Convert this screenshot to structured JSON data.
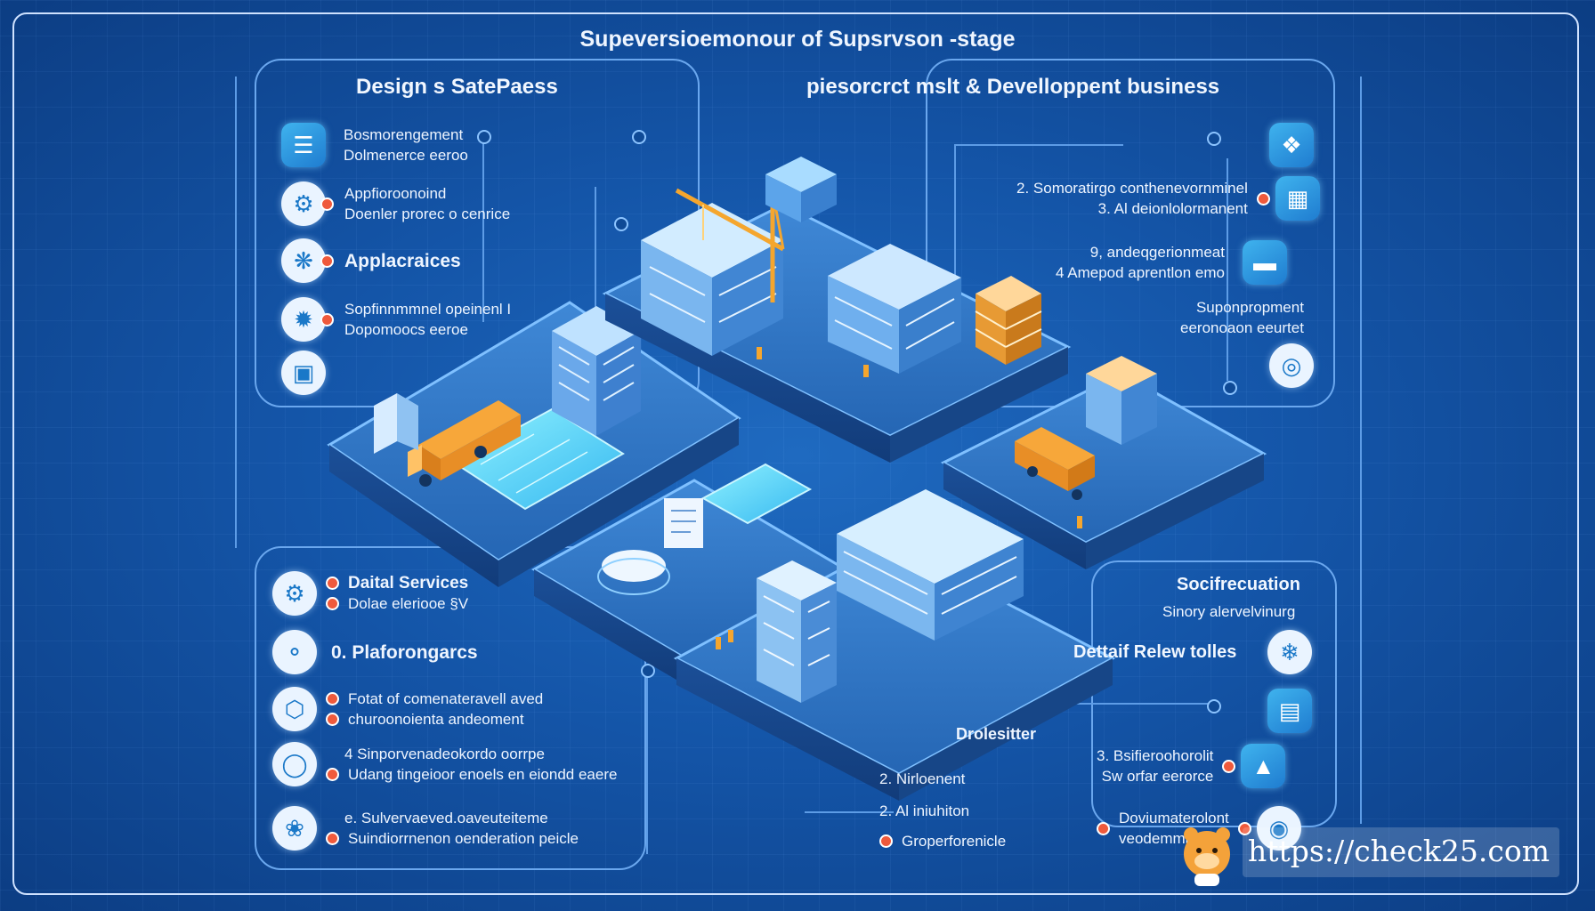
{
  "title": "Supeversioemonour of Supsrvson -stage",
  "left_panel": {
    "title": "Design s SatePaess",
    "items": [
      {
        "icon": "bars-icon",
        "line1": "Bosmorengement",
        "line2": "Dolmenerce eeroo"
      },
      {
        "icon": "gear-icon",
        "line1": "Appfioroonoind",
        "line2": "Doenler prorec o cenrice"
      },
      {
        "icon": "molecule-icon",
        "line1": "Applacraices",
        "line2": ""
      },
      {
        "icon": "spiral-icon",
        "line1": "Sopfinnmmnel opeinenl I",
        "line2": "Dopomoocs eeroe"
      },
      {
        "icon": "screen-icon",
        "line1": "",
        "line2": ""
      }
    ]
  },
  "right_panel": {
    "title": "piesorcrct mslt &  Develloppent business",
    "items": [
      {
        "icon": "hub-icon",
        "line1": "",
        "line2": ""
      },
      {
        "icon": "cube-icon",
        "line1": "2. Somoratirgo conthenevornminel",
        "line2": "3. Al deionlolormanent"
      },
      {
        "icon": "slider-icon",
        "line1": "9, andeqgerionmeat",
        "line2": "4 Amepod aprentlon emo"
      },
      {
        "icon": "target-icon",
        "line1": "Suponpropment",
        "line2": "eeronoaon eeurtet"
      }
    ]
  },
  "bottom_left_panel": {
    "items": [
      {
        "icon": "gear-icon",
        "line1": "Daital Services",
        "line2": "Dolae eleriooe §V"
      },
      {
        "icon": "shield-icon",
        "line1": "0. Plaforongarcs",
        "line2": ""
      },
      {
        "icon": "hexagon-icon",
        "line1": "Fotat of comenateravell aved",
        "line2": "churoonoienta andeoment"
      },
      {
        "icon": "ring-icon",
        "line1": "4  Sinporvenadeokordo oorrpe",
        "line2": "Udang tingeioor enoels en eiondd eaere"
      },
      {
        "icon": "brain-icon",
        "line1": "e. Sulvervaeved.oaveuteiteme",
        "line2": "Suindiorrnenon oenderation peicle"
      }
    ]
  },
  "bottom_right_panel": {
    "title": "Socifrecuation",
    "subtitle": "Sinory alervelvinurg",
    "heading": "Dettaif Relew tolles",
    "items": [
      {
        "icon": "snowflake-icon"
      },
      {
        "icon": "chat-icon"
      },
      {
        "icon": "mountain-icon",
        "line1": "3. Bsifieroohorolit",
        "line2": "Sw orfar eerorce"
      },
      {
        "icon": "globe-icon",
        "line1": "Doviumaterolont",
        "line2": "veodemmitts"
      }
    ]
  },
  "bottom_center": {
    "title": "Drolesitter",
    "lines": [
      "2. Nirloenent",
      "2.  Al iniuhiton",
      "Groperforenicle"
    ]
  },
  "watermark": "https://check25.com",
  "colors": {
    "background": "#1455a8",
    "accent": "#3fb3ee",
    "dot": "#ef5a3c",
    "truck": "#f39a2c"
  }
}
